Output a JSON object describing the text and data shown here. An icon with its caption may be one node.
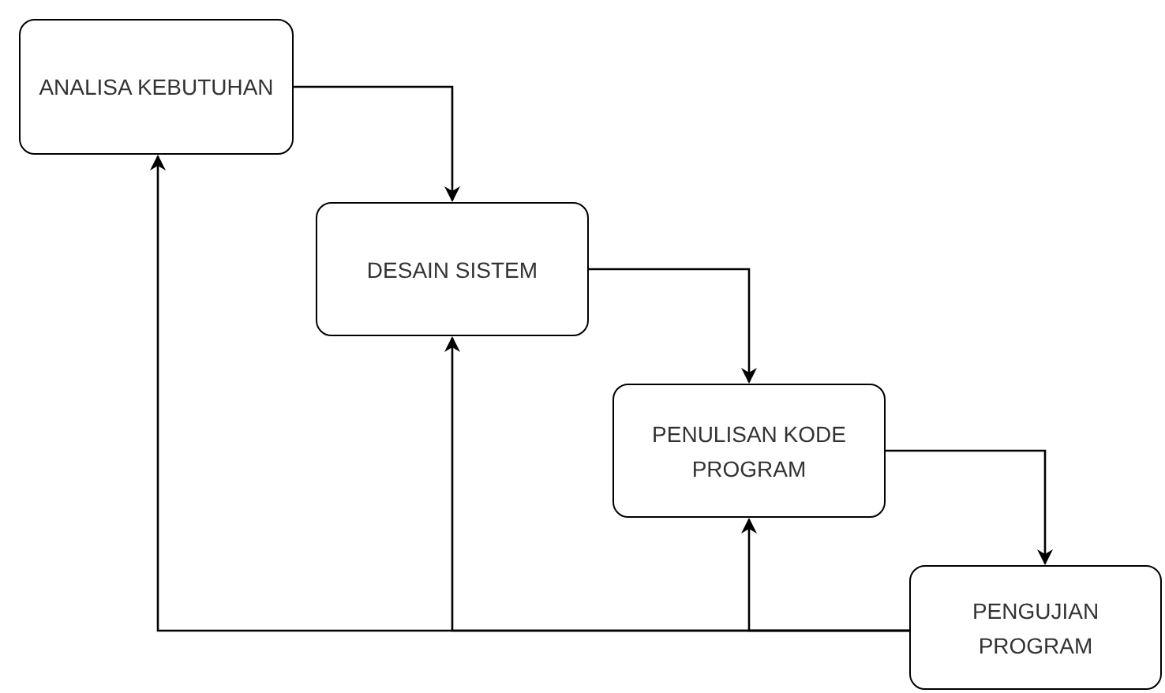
{
  "diagram": {
    "nodes": [
      {
        "text": [
          "ANALISA KEBUTUHAN"
        ]
      },
      {
        "text": [
          "DESAIN SISTEM"
        ]
      },
      {
        "text": [
          "PENULISAN KODE PROGRAM"
        ]
      },
      {
        "text": [
          "PENGUJIAN PROGRAM"
        ]
      }
    ],
    "edges": [
      {
        "from": 0,
        "to": 1,
        "arrow": "to"
      },
      {
        "from": 1,
        "to": 2,
        "arrow": "to"
      },
      {
        "from": 2,
        "to": 3,
        "arrow": "to"
      },
      {
        "from": 3,
        "to": 0,
        "arrow": "to"
      },
      {
        "from": 3,
        "to": 1,
        "arrow": "to"
      },
      {
        "from": 3,
        "to": 2,
        "arrow": "to"
      }
    ]
  }
}
